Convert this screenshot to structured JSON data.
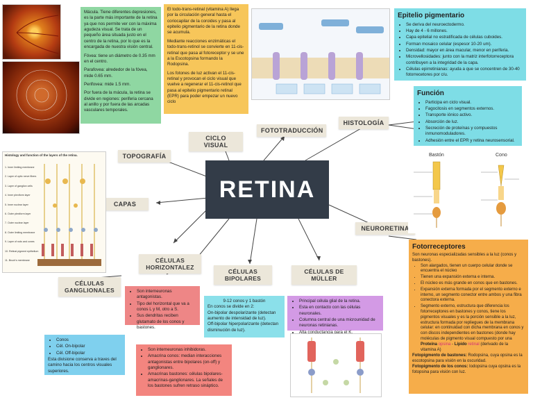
{
  "center": "RETINA",
  "labels": {
    "topografia": "TOPOGRAFÍA",
    "ciclo_visual": "CICLO VISUAL",
    "fototraduccion": "FOTOTRADUCCIÓN",
    "histologia": "HISTOLOGÍA",
    "capas": "CAPAS",
    "neuroretina": "NEURORETINA",
    "celulas_horizontales": "CÉLULAS HORIZONTALEZ",
    "celulas_bipolares": "CÉLULAS BIPOLARES",
    "celulas_muller": "CÉLULAS DE MÜLLER",
    "celulas_ganglionales": "CÉLULAS GANGLIONALES"
  },
  "topografia_note": {
    "p1": "Mácula. Tiene diferentes depresiones, es la parte más importante de la retina ya que nos permite ver con la máxima agudeza visual. Se trata de un pequeño área situada justo en el centro de la retina, por lo que es la encargada de nuestra visión central.",
    "p2": "Fóvea: tiene un diámetro de 0.35 mm en el centro.",
    "p3": "Parafovea: alrededor de la fóvea, mide 0.65 mm.",
    "p4": "Perifovea: mide 1.5 mm.",
    "p5": "Por fuera de la mácula, la retina se divide en regiones: periferia cercana al anillo y por fuera de las arcadas vasculares temporales."
  },
  "ciclo_note": {
    "p1": "El todo-trans-retinal (vitamina A) llega por la circulación general hasta el coriocapilar de la coroides y pasa al epitelio pigmentario de la retina donde se acumula.",
    "p2": "Mediante reacciones enzimáticas el todo-trans-retinol se convierte en 11-cis-retinal que pasa al fotoreceptor y se une a la Escotopsina formando la Rodopsina.",
    "p3": "Los fotones de luz activan el 11-cis-retinal y provocan el ciclo visual que vuelve a regenerar el 11-cis-retinol que pasa al epitelio pigmentario retinal (EPR) para poder empezar un nuevo ciclo"
  },
  "epitelio": {
    "title": "Epitelio pigmentario",
    "items": [
      "Se deriva del neuroectodermo.",
      "Hay de 4 - 6 millones.",
      "Capa epitelial no estratificada de células cuboides.",
      "Forman mosaico celular (espesor 10-20 um).",
      "Densidad: mayor en área macular, menor en periferia.",
      "Microvellosidades: junto con la matriz interfotorreceptora contribuyen a la integridad de la capa.",
      "Células epirretinianas: ayuda a que se concentren de 30-40 fotorrecetores por c/u."
    ]
  },
  "funcion": {
    "title": "Función",
    "items": [
      "Participa en ciclo visual.",
      "Fagocitosis en segmentos externos.",
      "Transporte iónico activo.",
      "Absorción de luz.",
      "Secreción de proteínas y compuestos inmunomoduladores.",
      "Adhesión entre el EPR y retina neurosensorial."
    ]
  },
  "fotorreceptores": {
    "title": "Fotorreceptores",
    "intro": "Son neuronas especializadas sensibles a la luz (conos y bastones).",
    "items": [
      "Son alargados, tienen un cuerpo celular donde se encuentra el núcleo",
      "Tienen una expansión externa e interna.",
      "El núcleo es más grande en conos que en bastones.",
      "Expansión externa formada por el segmento externo e interno, un segmento conector entre ambos y una fibra conectora externa.",
      "Segmento externo, estructura que diferencia los fotorreceptores en bastones y conos, tiene los pigmentos visuales y es la porción sensible a la luz, estructura formada por repliegues de la membrana celular: en continuidad con dicha membrana en conos y con discos independientes en bastones (donde hay moléculas de pigmento visual compuesto por una"
    ],
    "proteina": "Proteína",
    "opsina": "opsina",
    "lipido": "Lípido",
    "retinal": "retinal",
    "derivado": "(derivado de la vitamina A)",
    "bastones_label": "Fotopigmento de bastones:",
    "bastones_text": "Rodopsina, cuya opsina es la escotopsina para visión en la oscuridad.",
    "conos_label": "Fotopigmento de los conos:",
    "conos_text": "Iodopsina cuya opsina es la fotopsina para visión con luz."
  },
  "horizontales": {
    "items": [
      "Son interneuronas antagonistas.",
      "Tipo del horizontal que va a conos L y M, otro a S.",
      "Sus dendritas reciben glutamato de los conos y bastones."
    ]
  },
  "bipolares": {
    "line1": "9-12 conos y 1 bastón",
    "line2": "En conos se divide en 2:",
    "line3": "On-bipolar despolarizante (detectan aumento de intensidad de luz).",
    "line4": "Off-bipolar hiperpolarizante (detectan disminución de luz)."
  },
  "muller": {
    "items": [
      "Principal célula glial de la retina.",
      "Esta en contacto con las células neuronales.",
      "Columna central de una microunidad de neuronas retinianas.",
      "Alta conductancia para el K."
    ]
  },
  "ganglionales": {
    "items": [
      "Conos",
      "Cél. On-bipolar",
      "Cél. Off-bipolar"
    ],
    "text": "Esta divisione conserva a traves del camino hacia los centros visuales superiores."
  },
  "amacrinas": {
    "items": [
      "Son interneuronas inhibidoras.",
      "Amacrina conos: median interacciones antagonistas entre bipolares (on-off) y ganglionares.",
      "Amacrinas bastones: células bipolares-amacrinas-ganglionares. La señales de los bastones sufren retraso sináptico."
    ]
  },
  "figure_labels": {
    "baston": "Bastón",
    "cono": "Cono",
    "histology_title": "Histology and function of the layers of the retina.",
    "layers": [
      "1. Inner limiting membrane",
      "2. Layer of optic nerve fibers",
      "3. Layer of ganglion cells",
      "4. Inner plexiform layer",
      "5. Inner nuclear layer",
      "6. Outer plexiform layer",
      "7. Outer nuclear layer",
      "8. Outer limiting membrane",
      "9. Layer of rods and cones",
      "10. Retinal pigment epithelium",
      "11. Bruch's membrane"
    ]
  },
  "colors": {
    "green": "#8fd7a2",
    "yellow": "#f7c65a",
    "cyan": "#7edde6",
    "orange": "#f6ad4a",
    "pink": "#ee8686",
    "lightcyan": "#8be0ea",
    "purple": "#d39ae5",
    "blue": "#7fd0ee",
    "salmon": "#f3857f",
    "dark": "#333c48"
  }
}
